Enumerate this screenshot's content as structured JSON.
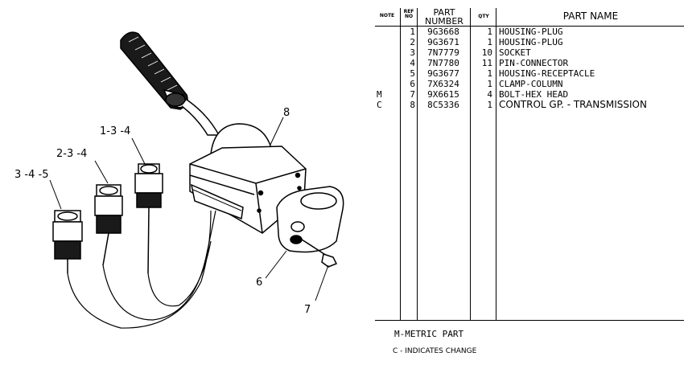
{
  "callouts": {
    "c8": "8",
    "c134": "1-3 -4",
    "c234": "2-3 -4",
    "c345": "3 -4 -5",
    "c6": "6",
    "c7": "7"
  },
  "table": {
    "headers": {
      "note": "NOTE",
      "ref_line1": "REF",
      "ref_line2": "NO",
      "part_line1": "PART",
      "part_line2": "NUMBER",
      "qty": "QTY",
      "name": "PART NAME"
    },
    "rows": [
      {
        "note": "",
        "ref": "1",
        "part_number": "9G3668",
        "qty": "1",
        "name": "HOUSING-PLUG"
      },
      {
        "note": "",
        "ref": "2",
        "part_number": "9G3671",
        "qty": "1",
        "name": "HOUSING-PLUG"
      },
      {
        "note": "",
        "ref": "3",
        "part_number": "7N7779",
        "qty": "10",
        "name": "SOCKET"
      },
      {
        "note": "",
        "ref": "4",
        "part_number": "7N7780",
        "qty": "11",
        "name": "PIN-CONNECTOR"
      },
      {
        "note": "",
        "ref": "5",
        "part_number": "9G3677",
        "qty": "1",
        "name": "HOUSING-RECEPTACLE"
      },
      {
        "note": "",
        "ref": "6",
        "part_number": "7X6324",
        "qty": "1",
        "name": "CLAMP-COLUMN"
      },
      {
        "note": "M",
        "ref": "7",
        "part_number": "9X6615",
        "qty": "4",
        "name": "BOLT-HEX HEAD"
      },
      {
        "note": "C",
        "ref": "8",
        "part_number": "8C5336",
        "qty": "1",
        "name": "CONTROL GP. - TRANSMISSION"
      }
    ],
    "legend": {
      "metric": "M-METRIC PART",
      "change": "C - INDICATES CHANGE"
    }
  }
}
